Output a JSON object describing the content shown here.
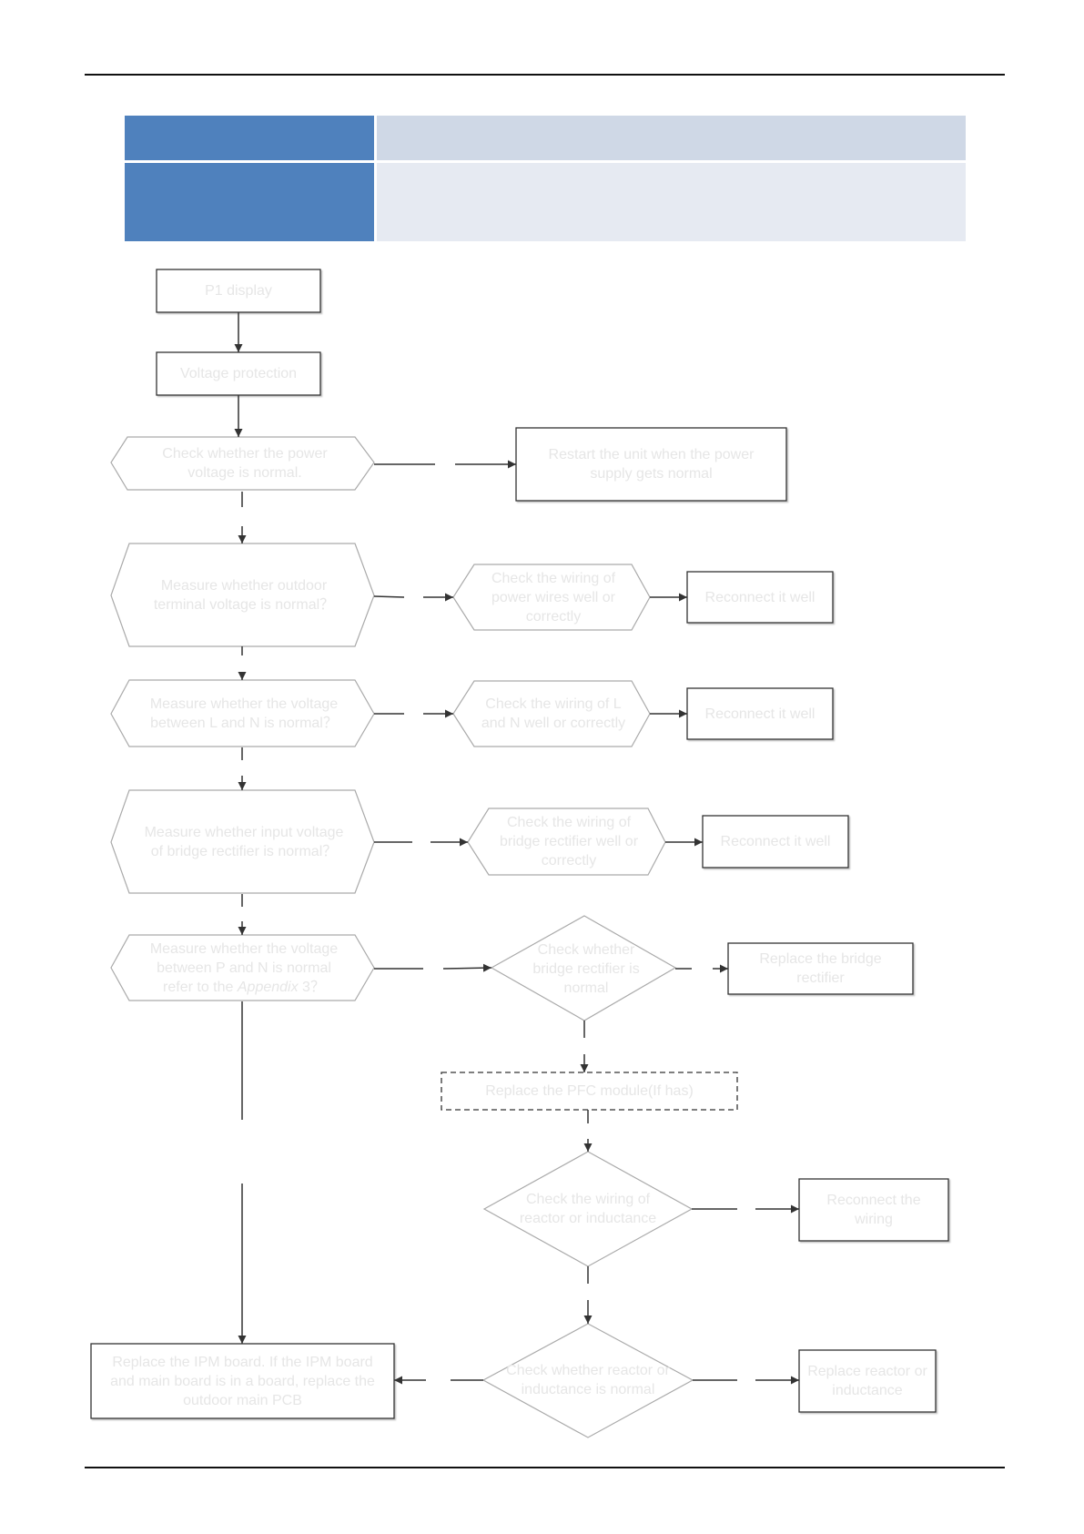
{
  "header_table": {
    "row1_left": "",
    "row1_right": "",
    "row2_left": "",
    "row2_right": ""
  },
  "flow": {
    "p1_display": "P1 display",
    "voltage_protection": "Voltage protection",
    "check_power_voltage": "Check whether the power voltage is normal.",
    "restart_unit": "Restart the unit when the power supply gets normal",
    "measure_outdoor_terminal": "Measure whether outdoor terminal voltage is  normal？",
    "check_power_wires": "Check the wiring of power wires well or correctly",
    "reconnect_1": "Reconnect it well",
    "measure_l_n": "Measure whether the voltage between L and N is normal？",
    "check_l_n_wiring": "Check the wiring of L and N well or correctly",
    "reconnect_2": "Reconnect it well",
    "measure_bridge_input": "Measure whether input voltage of bridge rectifier is normal？",
    "check_bridge_wiring": "Check the wiring of bridge rectifier well or correctly",
    "reconnect_3": "Reconnect it well",
    "measure_p_n_line1": "Measure whether the voltage between P and N is normal",
    "measure_p_n_prefix": "refer to the ",
    "measure_p_n_appendix": "Appendix",
    "measure_p_n_suffix": " 3？",
    "check_bridge_normal": "Check whether bridge rectifier is normal",
    "replace_bridge": "Replace the bridge rectifier",
    "replace_pfc": "Replace the PFC module(If has)",
    "check_reactor_wiring": "Check the wiring of reactor or inductance",
    "reconnect_wiring": "Reconnect the wiring",
    "check_reactor_normal": "Check whether reactor or inductance is normal",
    "replace_reactor": "Replace reactor or inductance",
    "replace_ipm": "Replace the IPM board. If the IPM board and main board is in a board, replace the outdoor main PCB"
  }
}
